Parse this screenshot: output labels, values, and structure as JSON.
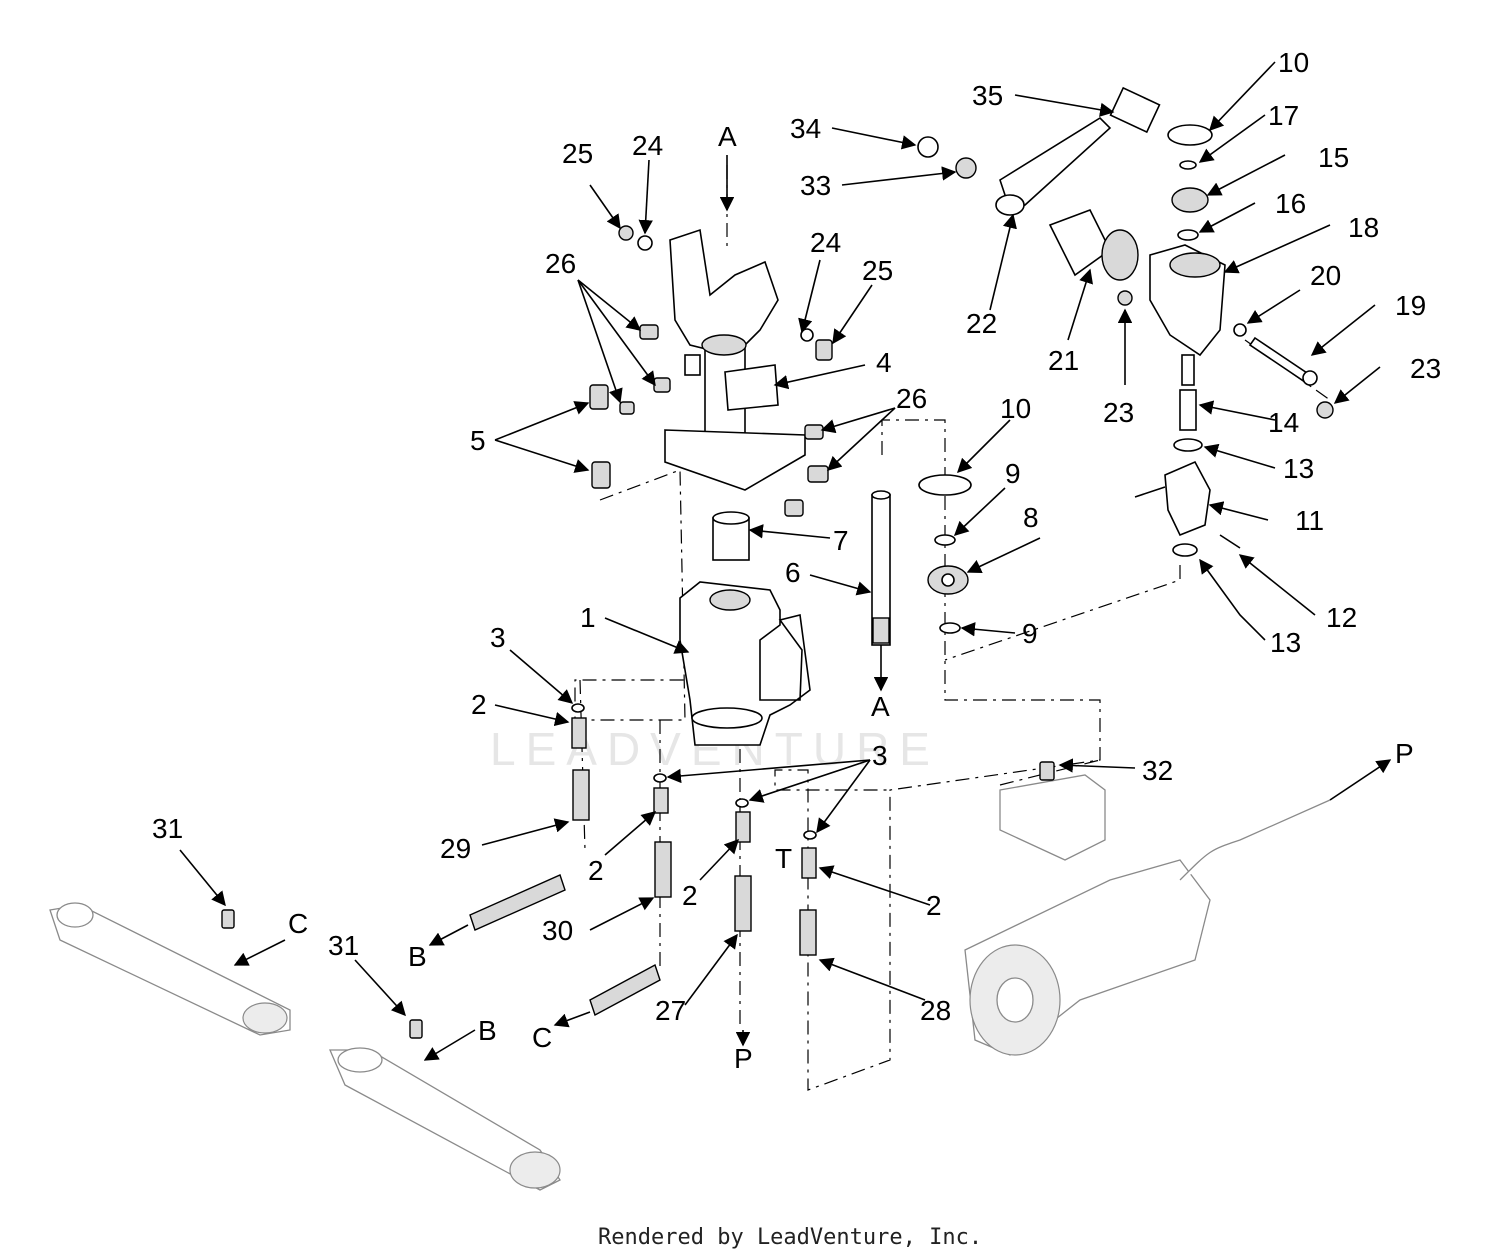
{
  "watermark": "LEADVENTURE",
  "footer": "Rendered by LeadVenture, Inc.",
  "callouts": [
    {
      "id": "c-10a",
      "text": "10"
    },
    {
      "id": "c-35",
      "text": "35"
    },
    {
      "id": "c-34",
      "text": "34"
    },
    {
      "id": "c-33",
      "text": "33"
    },
    {
      "id": "c-17",
      "text": "17"
    },
    {
      "id": "c-15",
      "text": "15"
    },
    {
      "id": "c-16",
      "text": "16"
    },
    {
      "id": "c-18",
      "text": "18"
    },
    {
      "id": "c-20",
      "text": "20"
    },
    {
      "id": "c-19",
      "text": "19"
    },
    {
      "id": "c-23a",
      "text": "23"
    },
    {
      "id": "c-23b",
      "text": "23"
    },
    {
      "id": "c-22",
      "text": "22"
    },
    {
      "id": "c-21",
      "text": "21"
    },
    {
      "id": "c-14",
      "text": "14"
    },
    {
      "id": "c-13a",
      "text": "13"
    },
    {
      "id": "c-11",
      "text": "11"
    },
    {
      "id": "c-12",
      "text": "12"
    },
    {
      "id": "c-13b",
      "text": "13"
    },
    {
      "id": "c-25a",
      "text": "25"
    },
    {
      "id": "c-24a",
      "text": "24"
    },
    {
      "id": "c-Atop",
      "text": "A"
    },
    {
      "id": "c-26a",
      "text": "26"
    },
    {
      "id": "c-24b",
      "text": "24"
    },
    {
      "id": "c-25b",
      "text": "25"
    },
    {
      "id": "c-4",
      "text": "4"
    },
    {
      "id": "c-26b",
      "text": "26"
    },
    {
      "id": "c-5",
      "text": "5"
    },
    {
      "id": "c-10b",
      "text": "10"
    },
    {
      "id": "c-9a",
      "text": "9"
    },
    {
      "id": "c-8",
      "text": "8"
    },
    {
      "id": "c-7",
      "text": "7"
    },
    {
      "id": "c-6",
      "text": "6"
    },
    {
      "id": "c-9b",
      "text": "9"
    },
    {
      "id": "c-1",
      "text": "1"
    },
    {
      "id": "c-Abot",
      "text": "A"
    },
    {
      "id": "c-3a",
      "text": "3"
    },
    {
      "id": "c-2a",
      "text": "2"
    },
    {
      "id": "c-3b",
      "text": "3"
    },
    {
      "id": "c-32",
      "text": "32"
    },
    {
      "id": "c-Ptop",
      "text": "P"
    },
    {
      "id": "c-29",
      "text": "29"
    },
    {
      "id": "c-2b",
      "text": "2"
    },
    {
      "id": "c-2c",
      "text": "2"
    },
    {
      "id": "c-T",
      "text": "T"
    },
    {
      "id": "c-2d",
      "text": "2"
    },
    {
      "id": "c-30",
      "text": "30"
    },
    {
      "id": "c-31a",
      "text": "31"
    },
    {
      "id": "c-Cright",
      "text": "C"
    },
    {
      "id": "c-31b",
      "text": "31"
    },
    {
      "id": "c-Bright",
      "text": "B"
    },
    {
      "id": "c-Bleft",
      "text": "B"
    },
    {
      "id": "c-27",
      "text": "27"
    },
    {
      "id": "c-28",
      "text": "28"
    },
    {
      "id": "c-Cleft",
      "text": "C"
    },
    {
      "id": "c-Pbot",
      "text": "P"
    }
  ]
}
